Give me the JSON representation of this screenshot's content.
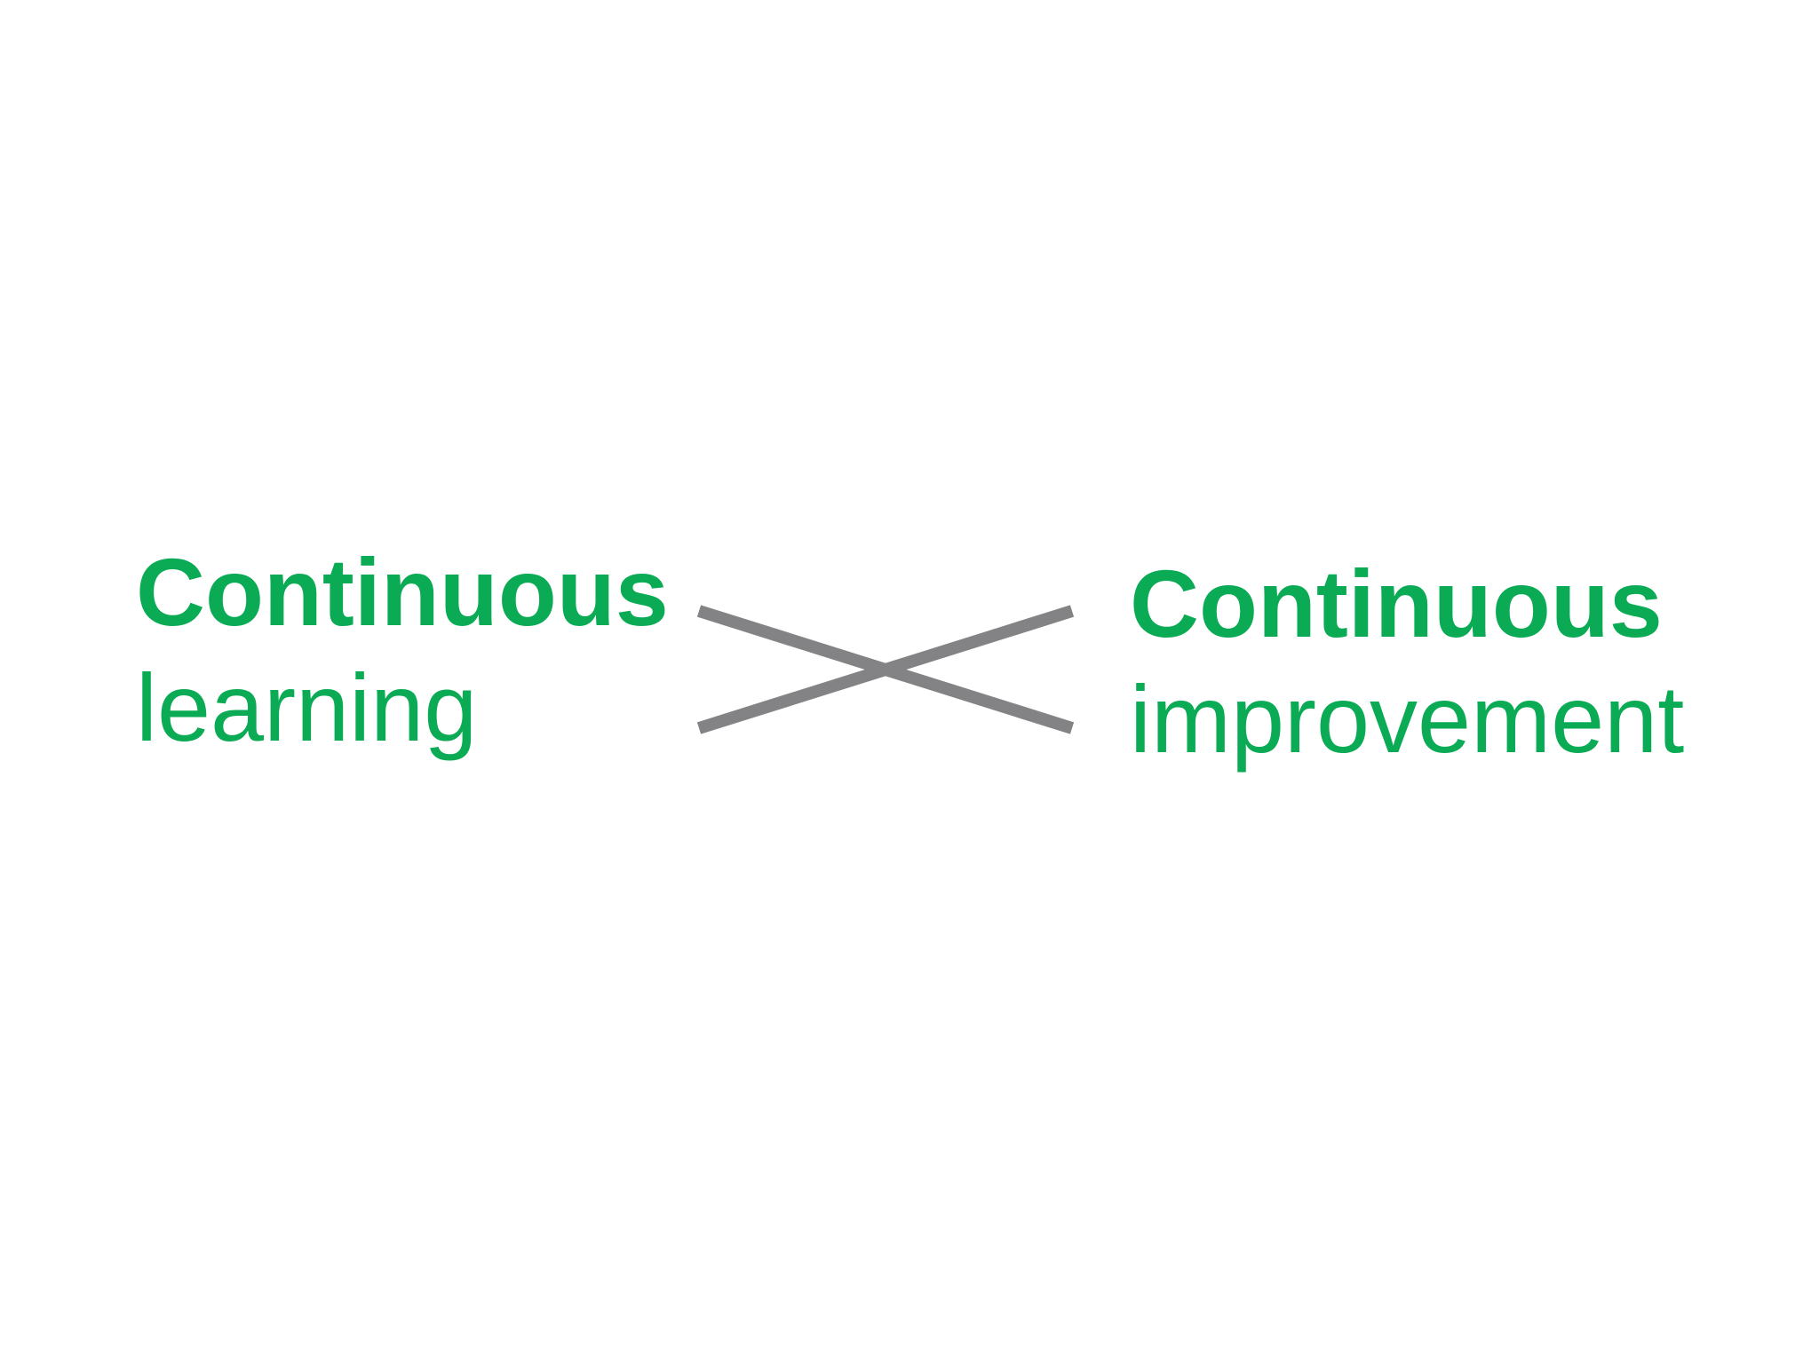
{
  "left_term": {
    "line1": "Continuous",
    "line2": "learning"
  },
  "right_term": {
    "line1": "Continuous",
    "line2": "improvement"
  },
  "colors": {
    "text": "#0bab55",
    "cross_lines": "#838284",
    "background": "#ffffff"
  },
  "connector": {
    "icon": "cross-icon"
  }
}
